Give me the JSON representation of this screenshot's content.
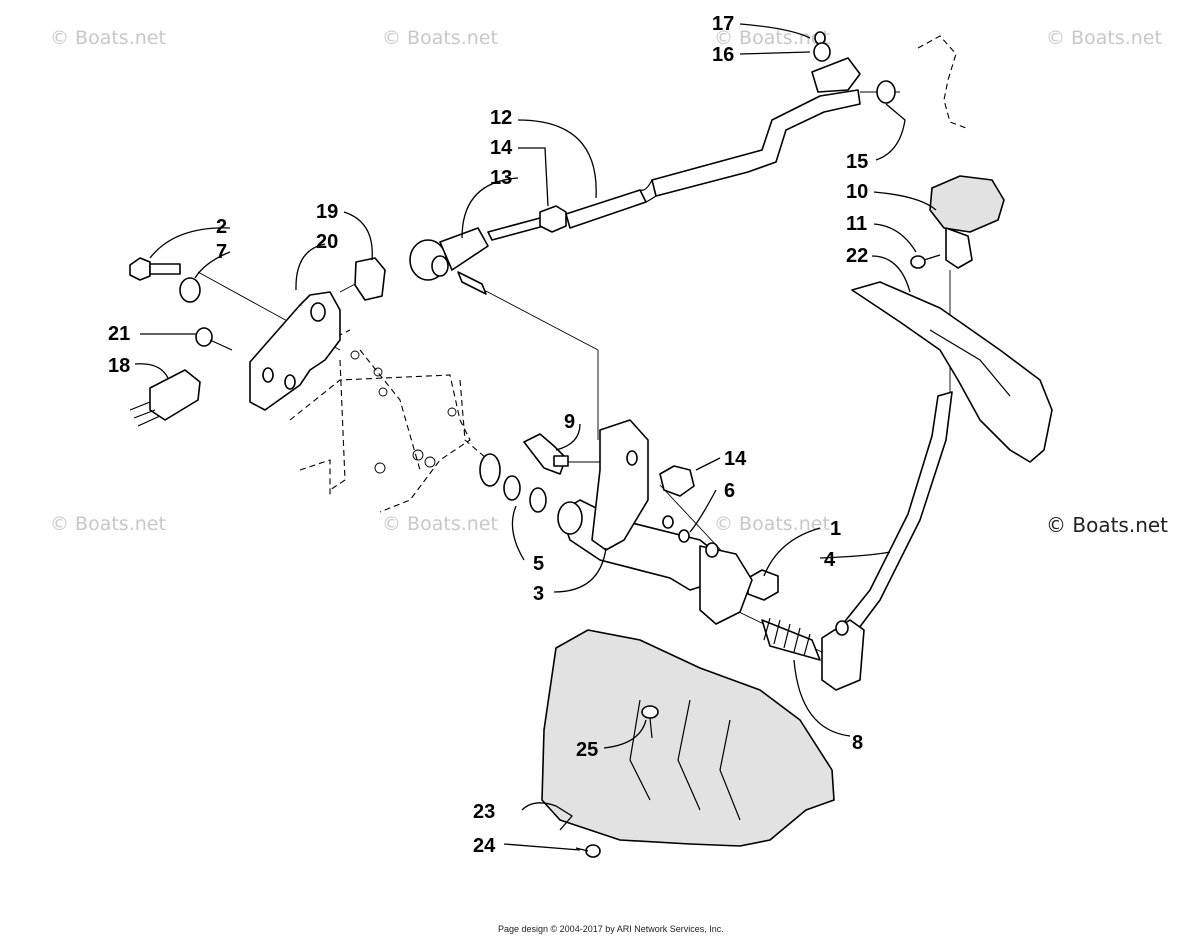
{
  "watermarks": [
    "© Boats.net",
    "© Boats.net",
    "© Boats.net",
    "© Boats.net",
    "© Boats.net",
    "© Boats.net",
    "© Boats.net"
  ],
  "watermark_strong": "© Boats.net",
  "credit": "Page design © 2004-2017 by ARI Network Services, Inc.",
  "callouts": {
    "c1": "1",
    "c2": "2",
    "c3": "3",
    "c4": "4",
    "c5": "5",
    "c6": "6",
    "c7": "7",
    "c8": "8",
    "c9": "9",
    "c10": "10",
    "c11": "11",
    "c12": "12",
    "c13": "13",
    "c14a": "14",
    "c14b": "14",
    "c15": "15",
    "c16": "16",
    "c17": "17",
    "c18": "18",
    "c19": "19",
    "c20": "20",
    "c21": "21",
    "c22": "22",
    "c23": "23",
    "c24": "24",
    "c25": "25"
  }
}
